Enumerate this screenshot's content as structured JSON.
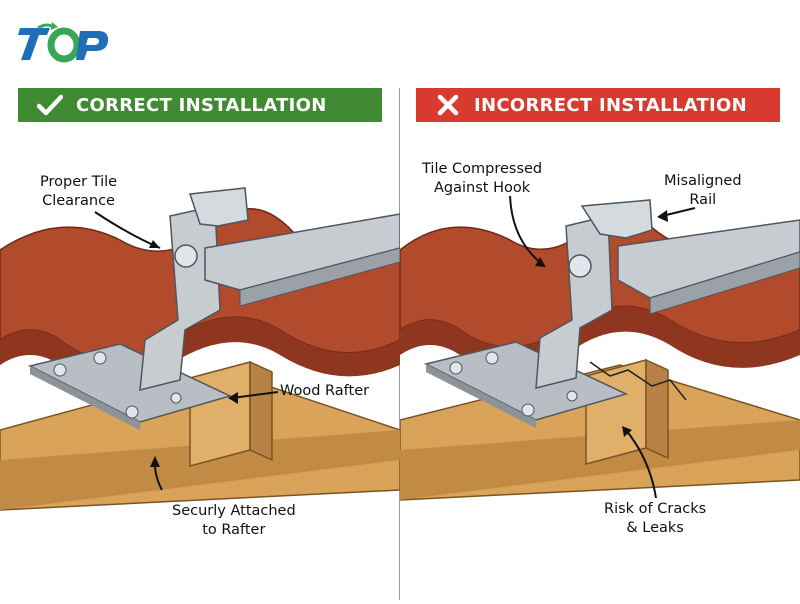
{
  "logo": {
    "text": "TOP"
  },
  "colors": {
    "correct": "#3f8a33",
    "incorrect": "#d83a2f",
    "tile": "#b24a2c",
    "wood": "#d9a45a",
    "metal": "#b8bec4",
    "logo_blue": "#1f6fb8",
    "logo_green": "#3aa657"
  },
  "panels": {
    "correct": {
      "icon": "check-icon",
      "title": "CORRECT INSTALLATION",
      "labels": {
        "clearance": [
          "Proper Tile",
          "Clearance"
        ],
        "rafter": "Wood Rafter",
        "attached": [
          "Securly Attached",
          "to Rafter"
        ]
      }
    },
    "incorrect": {
      "icon": "cross-icon",
      "title": "INCORRECT INSTALLATION",
      "labels": {
        "compressed": [
          "Tile Compressed",
          "Against Hook"
        ],
        "misaligned": [
          "Misaligned",
          "Rail"
        ],
        "cracks": [
          "Risk of Cracks",
          "& Leaks"
        ]
      }
    }
  }
}
